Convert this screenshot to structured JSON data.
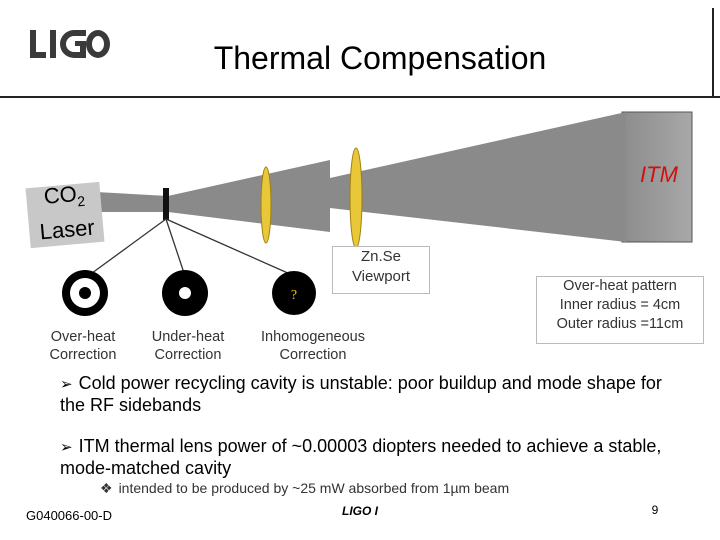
{
  "header": {
    "logo_text": "LIGO",
    "title": "Thermal Compensation"
  },
  "diagram": {
    "laser_label_line1": "CO",
    "laser_label_sub": "2",
    "laser_label_line2": "Laser",
    "mirror_label": "ITM",
    "viewport_label_line1": "Zn.Se",
    "viewport_label_line2": "Viewport",
    "question_mark": "?",
    "profiles": [
      {
        "line1": "Over-heat",
        "line2": "Correction"
      },
      {
        "line1": "Under-heat",
        "line2": "Correction"
      },
      {
        "line1": "Inhomogeneous",
        "line2": "Correction"
      }
    ],
    "pattern": {
      "line1": "Over-heat pattern",
      "line2": "Inner radius = 4cm",
      "line3": "Outer radius =11cm"
    },
    "colors": {
      "beam": "#8a8a8a",
      "mirror": "#999999",
      "lens": "#e8c838",
      "itm_text": "#d01010"
    }
  },
  "bullets": [
    "Cold power recycling cavity is unstable: poor buildup and mode shape for the RF sidebands",
    "ITM thermal lens power of ~0.00003 diopters needed to achieve a stable, mode-matched cavity"
  ],
  "sub_bullet": "intended to be produced by ~25 mW absorbed from 1µm beam",
  "footer": {
    "doc_number": "G040066-00-D",
    "center_text": "LIGO I",
    "page": "9"
  }
}
